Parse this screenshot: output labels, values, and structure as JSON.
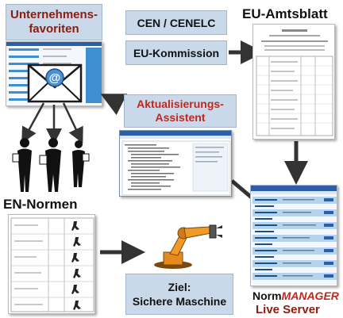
{
  "labels": {
    "unternehmensfavoriten_line1": "Unternehmens-",
    "unternehmensfavoriten_line2": "favoriten",
    "cen_cenelc": "CEN / CENELC",
    "eu_kommission": "EU-Kommission",
    "eu_amtsblatt": "EU-Amtsblatt",
    "aktualisierung_line1": "Aktualisierungs-",
    "aktualisierung_line2": "Assistent",
    "en_normen": "EN-Normen",
    "ziel_line1": "Ziel:",
    "ziel_line2": "Sichere Maschine",
    "norm_prefix": "Norm",
    "norm_manager": "MANAGER",
    "live_server": "Live Server"
  },
  "colors": {
    "box_fill": "#c9d9ea",
    "red_text": "#c0281c",
    "dark_red_text": "#8a1d10",
    "arrow": "#333333",
    "table_blue": "#3d8fd1",
    "table_header": "#2b5fa8"
  },
  "icons": [
    "envelope-icon",
    "at-sign-icon",
    "people-silhouettes-icon",
    "robot-arm-icon"
  ]
}
